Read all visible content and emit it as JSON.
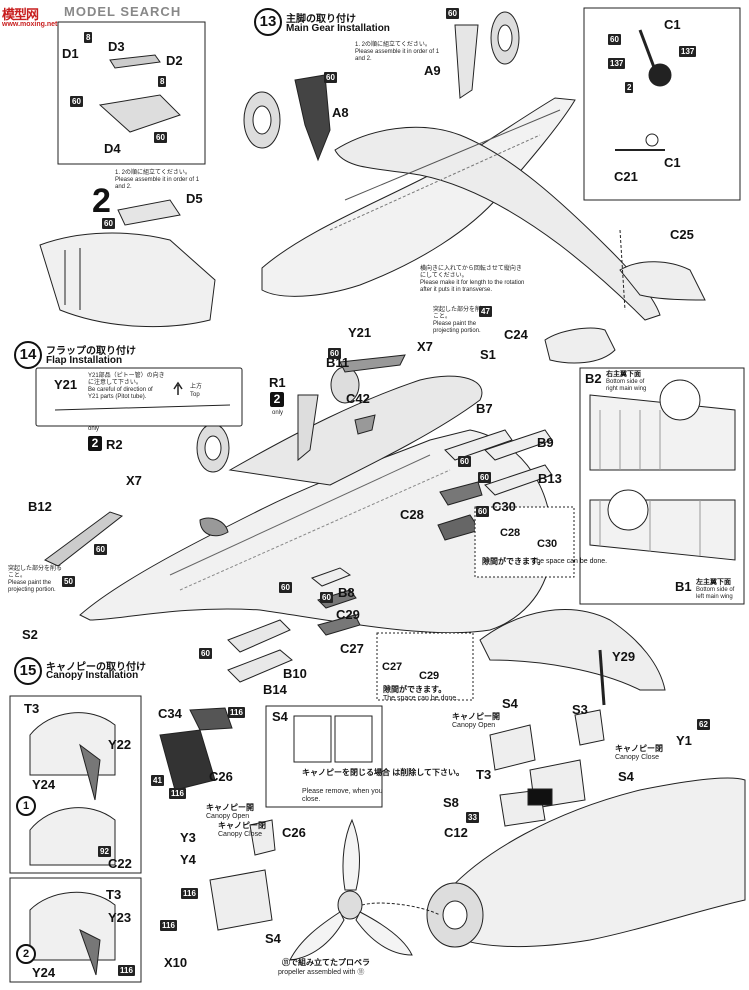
{
  "watermark": {
    "brand": "模型网",
    "search": "MODEL SEARCH",
    "url": "www.moxing.net"
  },
  "step13": {
    "number": "13",
    "title_jp": "主脚の取り付け",
    "title_en": "Main Gear Installation",
    "note1": "1. 2の順に組立てください。\nPlease assemble it in order of 1\nand 2.",
    "note2": "1. 2の順に組立てください。\nPlease assemble it in order of 1\nand 2.",
    "note3": "横向きに入れてから回転させて縦向き\nにしてください。\nPlease make it for length to the rotation\nafter it puts it in transverse.",
    "note4": "突起した部分を削る\nこと。\nPlease paint the\nprojecting portion."
  },
  "step14": {
    "number": "14",
    "title_jp": "フラップの取り付け",
    "title_en": "Flap Installation",
    "y21_note": "Y21部品（ピトー管）の向き\nに注意して下さい。\nBe careful of direction of\nY21 parts (Pitot tube).",
    "top_jp": "上方",
    "top_en": "Top",
    "note_left": "突起した部分を削る\nこと。\nPlease paint the\nprojecting portion.",
    "gap_jp": "隙間ができます。",
    "gap_en": "The space can be done.",
    "gap2_jp": "隙間ができます。",
    "gap2_en": "The space can be done.",
    "only1": "only",
    "only2": "only"
  },
  "wing_inset": {
    "b2_jp": "右主翼下面",
    "b2_en1": "Bottom side of",
    "b2_en2": "right main wing",
    "b1_jp": "左主翼下面",
    "b1_en1": "Bottom side of",
    "b1_en2": "left main wing"
  },
  "step15": {
    "number": "15",
    "title_jp": "キャノピーの取り付け",
    "title_en": "Canopy Installation",
    "remove_jp": "キャノピーを閉じる場合\nは削除して下さい。",
    "remove_en": "Please remove, when you\nclose.",
    "open_jp": "キャノピー開",
    "open_en": "Canopy Open",
    "close_jp": "キャノピー閉",
    "close_en": "Canopy Close",
    "open2_jp": "キャノピー開",
    "open2_en": "Canopy Open",
    "close2_jp": "キャノピー閉",
    "close2_en": "Canopy Close",
    "prop_jp": "⑪で組み立てたプロペラ",
    "prop_en": "propeller assembled with ⑪"
  },
  "options": {
    "one": "2",
    "two": "2",
    "circ1": "1",
    "circ2": "2",
    "big2": "2"
  },
  "parts": {
    "D1": "D1",
    "D2": "D2",
    "D3": "D3",
    "D4": "D4",
    "D5": "D5",
    "A8": "A8",
    "A9": "A9",
    "C1a": "C1",
    "C1b": "C1",
    "C21": "C21",
    "C25": "C25",
    "C24": "C24",
    "Y21": "Y21",
    "Y21b": "Y21",
    "X7a": "X7",
    "X7b": "X7",
    "S1": "S1",
    "B11": "B11",
    "R1": "R1",
    "C42": "C42",
    "B7": "B7",
    "B9": "B9",
    "B13": "B13",
    "R2": "R2",
    "C30": "C30",
    "C30b": "C30",
    "C28": "C28",
    "C28b": "C28",
    "B12": "B12",
    "B2": "B2",
    "B1": "B1",
    "B8": "B8",
    "C29": "C29",
    "C29b": "C29",
    "C27": "C27",
    "C27b": "C27",
    "S2": "S2",
    "B10": "B10",
    "B14": "B14",
    "T3a": "T3",
    "Y22": "Y22",
    "Y24a": "Y24",
    "C22": "C22",
    "T3b": "T3",
    "Y23": "Y23",
    "Y24b": "Y24",
    "C34": "C34",
    "C26": "C26",
    "C26b": "C26",
    "S4a": "S4",
    "S4b": "S4",
    "S4c": "S4",
    "S4d": "S4",
    "S3": "S3",
    "Y29": "Y29",
    "Y1": "Y1",
    "T3c": "T3",
    "S8": "S8",
    "C12": "C12",
    "Y3": "Y3",
    "Y4": "Y4",
    "X10": "X10"
  },
  "colors": {
    "n60": "60",
    "n8": "8",
    "n137": "137",
    "n2": "2",
    "n47": "47",
    "n50": "50",
    "n116": "116",
    "n41": "41",
    "n92": "92",
    "n62": "62",
    "n33": "33"
  }
}
